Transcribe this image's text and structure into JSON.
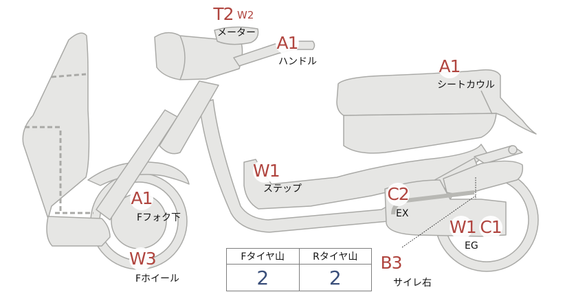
{
  "colors": {
    "body_fill": "#e6e6e4",
    "body_stroke": "#a9a9a6",
    "grade_text": "#b0453f",
    "tread_value": "#3a4f7a"
  },
  "grades": {
    "meter_t": "T2",
    "meter_w": "W2",
    "handle": "A1",
    "seat_cowl": "A1",
    "step": "W1",
    "front_fork_lower": "A1",
    "front_wheel": "W3",
    "exhaust": "C2",
    "engine_w": "W1",
    "engine_c": "C1",
    "side_stand_right": "B3"
  },
  "parts": {
    "meter": "メーター",
    "handle": "ハンドル",
    "seat_cowl": "シートカウル",
    "step": "ステップ",
    "front_fork_lower": "Fフォク下",
    "front_wheel": "Fホイール",
    "exhaust": "EX",
    "engine": "EG",
    "side_stand_right": "サイレ右"
  },
  "tread_table": {
    "front_header": "Fタイヤ山",
    "rear_header": "Rタイヤ山",
    "front_value": "2",
    "rear_value": "2"
  }
}
